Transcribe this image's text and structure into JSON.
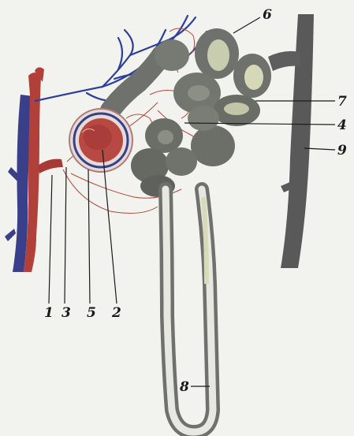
{
  "labels": {
    "l1": "1",
    "l2": "2",
    "l3": "3",
    "l4": "4",
    "l5": "5",
    "l6": "6",
    "l7": "7",
    "l8": "8",
    "l9": "9"
  },
  "colors": {
    "artery": "#b2403a",
    "vein": "#3a3f8a",
    "tubule": "#6f726c",
    "tubule_light": "#c9cdb0",
    "collecting_duct": "#595959",
    "capillary": "#b5483c",
    "blue_vessel": "#2a3f9e",
    "background": "#f2f2ee"
  }
}
